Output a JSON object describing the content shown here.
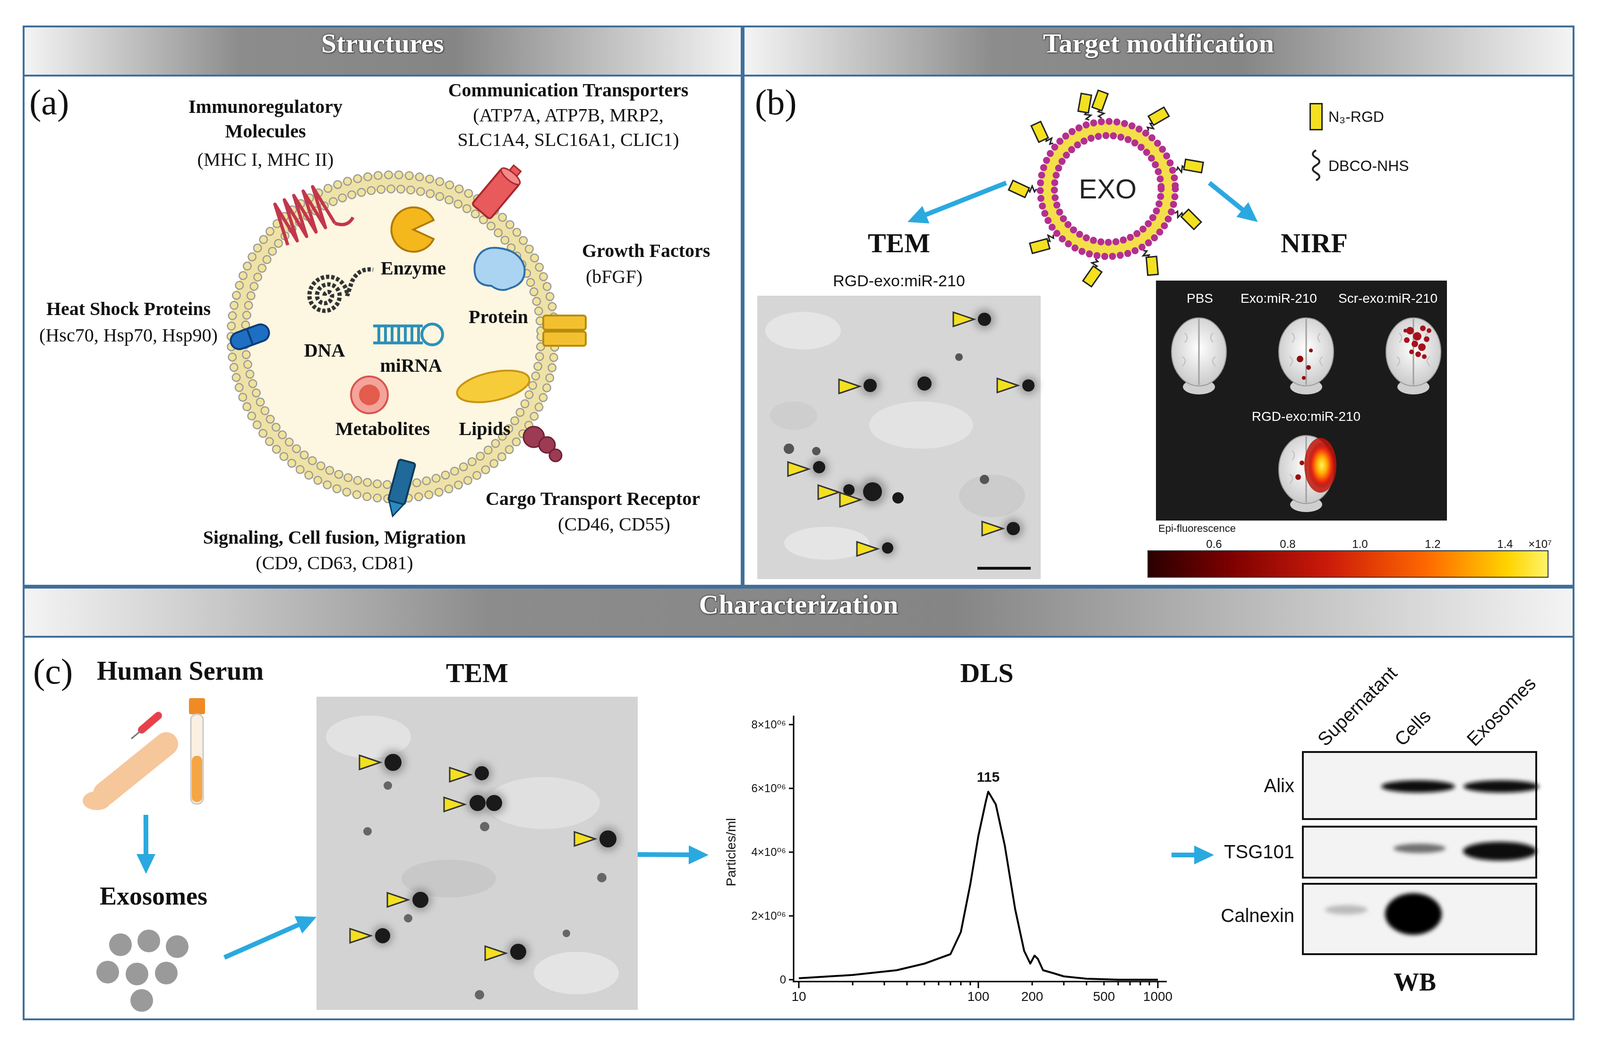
{
  "diagram": {
    "nodes": [
      {
        "text": [
          "Structures"
        ]
      },
      {
        "text": [
          "Target modification"
        ]
      },
      {
        "text": [
          "EXO"
        ],
        "in": 1
      },
      {
        "text": [
          "TEM",
          "RGD-exo:miR-210"
        ],
        "in": 1
      },
      {
        "text": [
          "NIRF",
          "PBS",
          "Exo:miR-210",
          "Scr-exo:miR-210",
          "RGD-exo:miR-210"
        ],
        "in": 1
      },
      {
        "text": [
          "Characterization"
        ]
      },
      {
        "text": [
          "Human Serum"
        ],
        "in": 5
      },
      {
        "text": [
          "Exosomes"
        ],
        "in": 5
      },
      {
        "text": [
          "TEM"
        ],
        "in": 5
      },
      {
        "text": [
          "DLS"
        ],
        "in": 5
      },
      {
        "text": [
          "Supernatant",
          "Cells",
          "Exosomes",
          "Alix",
          "TSG101",
          "Calnexin",
          "WB"
        ],
        "in": 5
      }
    ],
    "edges": [
      {
        "from": 2,
        "to": 3,
        "arrow": "to"
      },
      {
        "from": 2,
        "to": 4,
        "arrow": "to"
      },
      {
        "from": 6,
        "to": 7,
        "arrow": "to"
      },
      {
        "from": 7,
        "to": 8,
        "arrow": "to"
      },
      {
        "from": 8,
        "to": 9,
        "arrow": "to"
      },
      {
        "from": 9,
        "to": 10,
        "arrow": "to"
      }
    ],
    "labels": [
      "(a)",
      "Immunoregulatory Molecules",
      "(MHC I, MHC II)",
      "Communication Transporters",
      "(ATP7A, ATP7B, MRP2, SLC1A4, SLC16A1, CLIC1)",
      "Growth Factors",
      "(bFGF)",
      "Heat Shock Proteins",
      "(Hsc70, Hsp70, Hsp90)",
      "Enzyme",
      "DNA",
      "miRNA",
      "Protein",
      "Metabolites",
      "Lipids",
      "Signaling, Cell fusion, Migration",
      "(CD9, CD63, CD81)",
      "Cargo Transport Receptor",
      "(CD46, CD55)",
      "(b)",
      "Epi-fluorescence",
      "0.6",
      "0.8",
      "1.0",
      "1.2",
      "1.4",
      "×10⁷",
      "(c)",
      "115",
      "8×10⁰⁶",
      "6×10⁰⁶",
      "4×10⁰⁶",
      "2×10⁰⁶",
      "0",
      "10",
      "100",
      "200",
      "500",
      "1000",
      "Particles/ml"
    ],
    "legend": [
      {
        "text": "N₃-RGD",
        "color": "#f3e020"
      },
      {
        "text": "DBCO-NHS"
      }
    ]
  }
}
